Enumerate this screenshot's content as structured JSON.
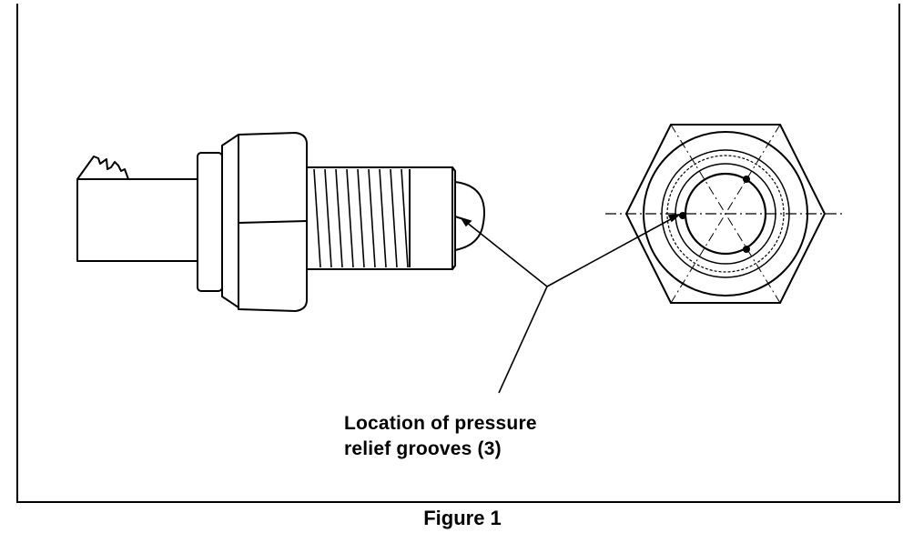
{
  "callout": {
    "line1": "Location of pressure",
    "line2": "relief grooves (3)"
  },
  "caption": "Figure 1",
  "colors": {
    "ink": "#000000",
    "paper": "#ffffff"
  }
}
